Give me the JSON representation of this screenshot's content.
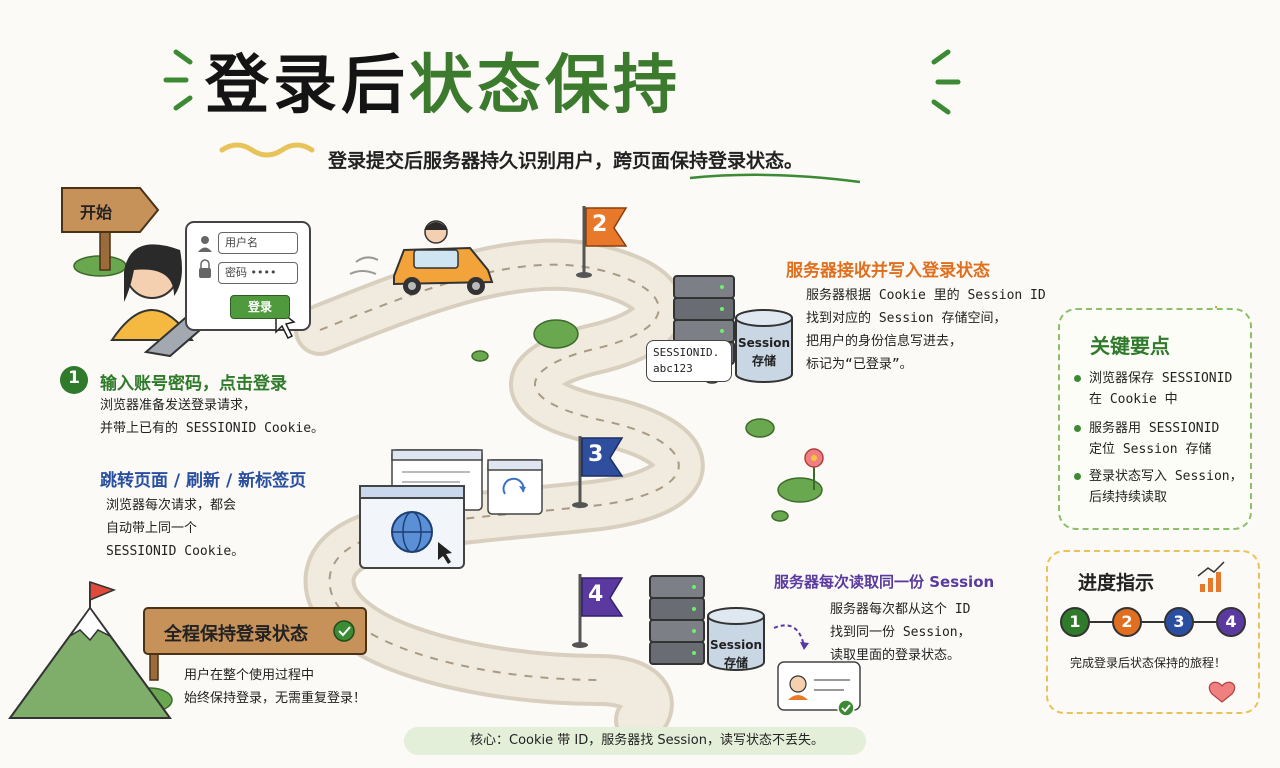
{
  "header": {
    "title_part1": "登录后",
    "title_part2": "状态保持",
    "subtitle": "登录提交后服务器持久识别用户，跨页面保持登录状态。"
  },
  "start_sign": "开始",
  "login_form": {
    "username_placeholder": "用户名",
    "password_placeholder": "密码",
    "password_mask": "••••",
    "login_button": "登录"
  },
  "steps": [
    {
      "number": "1",
      "title": "输入账号密码，点击登录",
      "desc_lines": [
        "浏览器准备发送登录请求，",
        "并带上已有的 SESSIONID Cookie。"
      ]
    },
    {
      "number": "2",
      "title": "服务器接收并写入登录状态",
      "desc_lines": [
        "服务器根据 Cookie 里的 Session ID",
        "找到对应的 Session 存储空间，",
        "把用户的身份信息写进去，",
        "标记为“已登录”。"
      ]
    },
    {
      "number": "3",
      "title": "跳转页面 / 刷新 / 新标签页",
      "desc_lines": [
        "浏览器每次请求，都会",
        "自动带上同一个",
        "SESSIONID Cookie。"
      ]
    },
    {
      "number": "4",
      "title": "服务器每次读取同一份 Session",
      "desc_lines": [
        "服务器每次都从这个 ID",
        "找到同一份 Session，",
        "读取里面的登录状态。"
      ]
    }
  ],
  "session_store_label": [
    "Session",
    "存储"
  ],
  "session_id_card": [
    "SESSIONID.",
    "abc123"
  ],
  "final": {
    "title": "全程保持登录状态",
    "desc_lines": [
      "用户在整个使用过程中",
      "始终保持登录，无需重复登录！"
    ]
  },
  "key_points": {
    "title": "关键要点",
    "items": [
      [
        "浏览器保存 SESSIONID",
        "在 Cookie 中"
      ],
      [
        "服务器用 SESSIONID",
        "定位 Session 存储"
      ],
      [
        "登录状态写入 Session，",
        "后续持续读取"
      ]
    ]
  },
  "progress": {
    "title": "进度指示",
    "steps": [
      "1",
      "2",
      "3",
      "4"
    ],
    "caption": "完成登录后状态保持的旅程！"
  },
  "core_note": "核心：Cookie 带 ID，服务器找 Session，读写状态不丢失。",
  "colors": {
    "step1": "#2f7a2b",
    "step2": "#e06f1f",
    "step3": "#2a4fa0",
    "step4": "#5b3aa0"
  }
}
